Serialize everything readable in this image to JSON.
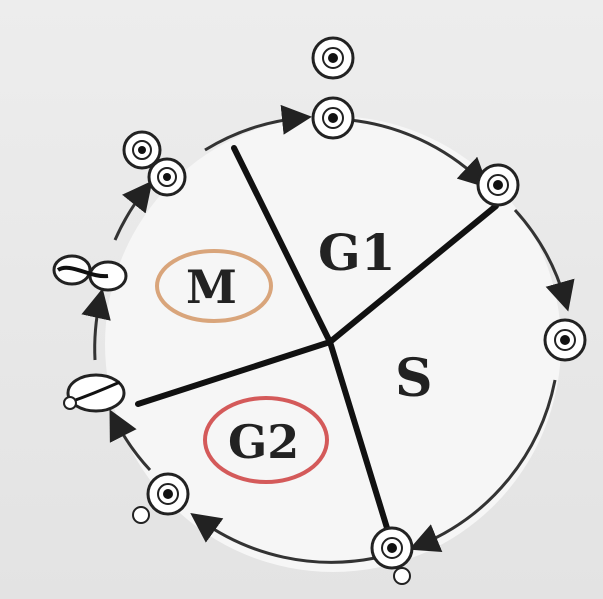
{
  "diagram": {
    "phases": {
      "g1": "G1",
      "s": "S",
      "g2": "G2",
      "m": "M"
    },
    "colors": {
      "background": "#e6e6e6",
      "circle_fill": "#f5f5f5",
      "line": "#111111",
      "m_ring": "#d9a57b",
      "g2_ring": "#d45a5a",
      "cell_outline": "#222222"
    },
    "arrows_direction": "clockwise",
    "cell_count_on_ring": 9
  }
}
